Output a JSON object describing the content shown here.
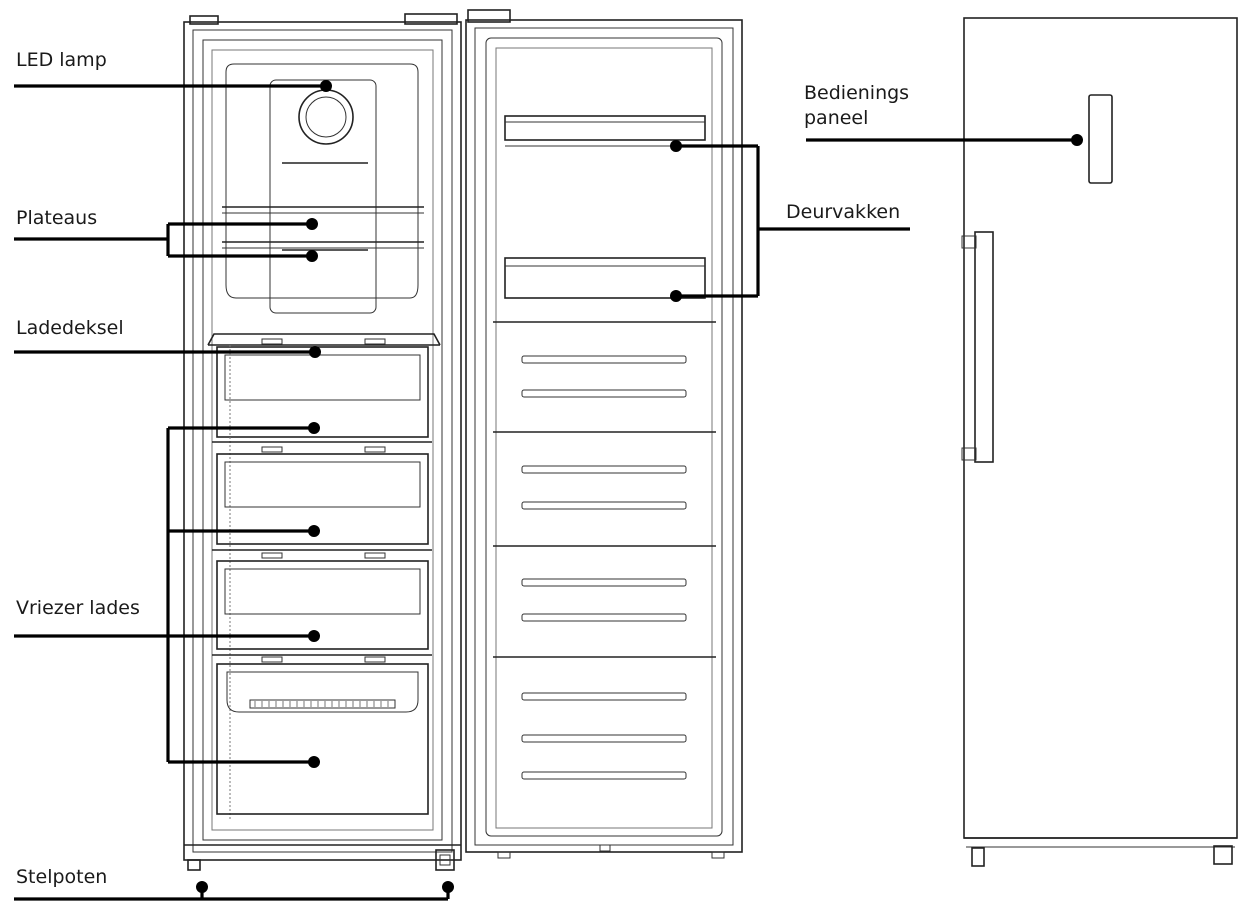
{
  "labels": {
    "led_lamp": "LED lamp",
    "plateaus": "Plateaus",
    "ladedeksel": "Ladedeksel",
    "vriezer_lades": "Vriezer lades",
    "stelpoten": "Stelpoten",
    "deurvakken": "Deurvakken",
    "bedienings_line1": "Bedienings",
    "bedienings_line2": "paneel"
  }
}
